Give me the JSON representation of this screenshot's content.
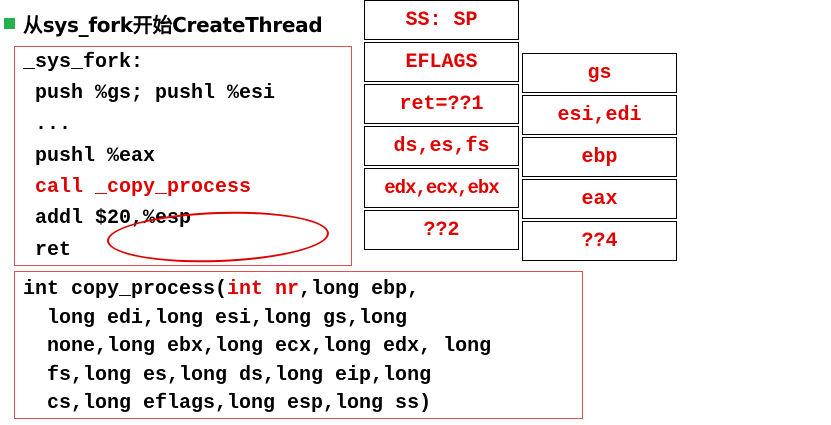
{
  "title": "从sys_fork开始CreateThread",
  "asm": {
    "lines": [
      "_sys_fork:",
      " push %gs; pushl %esi",
      " ...",
      " pushl %eax",
      " call _copy_process",
      " addl $20,%esp",
      " ret"
    ]
  },
  "stack_left": [
    "SS: SP",
    "EFLAGS",
    "ret=??1",
    "ds,es,fs",
    "edx,ecx,ebx",
    "??2"
  ],
  "stack_right": [
    "gs",
    "esi,edi",
    "ebp",
    "eax",
    "??4"
  ],
  "c_code": {
    "l1_a": "int copy_process(",
    "l1_b": "int nr",
    "l1_c": ",long ebp,",
    "l2": "  long edi,long esi,long gs,long",
    "l3": "  none,long ebx,long ecx,long edx, long",
    "l4": "  fs,long es,long ds,long eip,long",
    "l5": "  cs,long eflags,long esp,long ss)"
  },
  "colors": {
    "accent_red": "#e00000",
    "bullet_green": "#22b14c",
    "box_border": "#e05050"
  }
}
